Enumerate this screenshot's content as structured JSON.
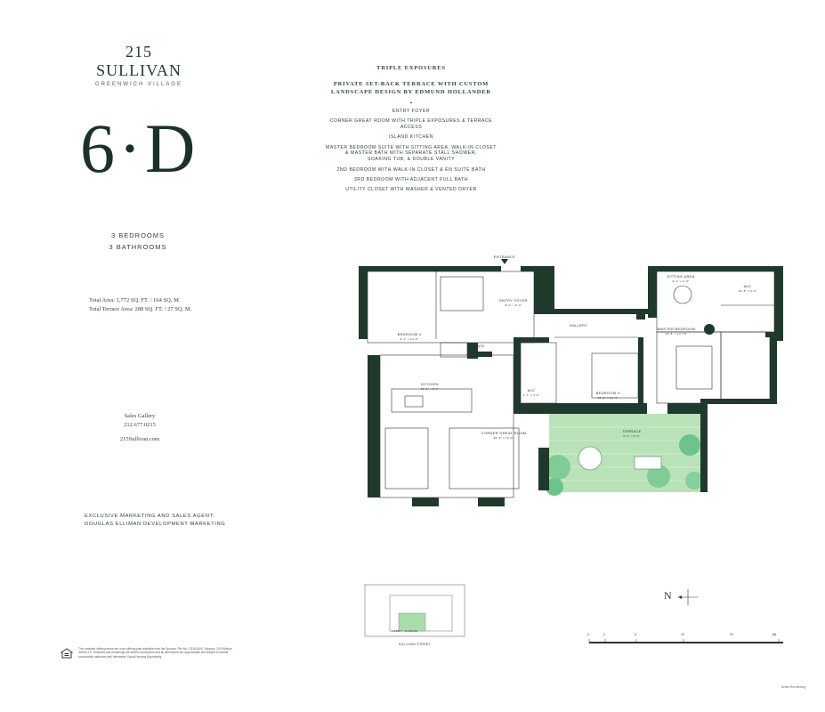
{
  "brand": {
    "name": "215 SULLIVAN",
    "location": "GREENWICH VILLAGE"
  },
  "unit": {
    "number": "6·D",
    "bedrooms": "3 BEDROOMS",
    "bathrooms": "3 BATHROOMS",
    "total_area": "Total Area: 1,772 SQ. FT. / 164 SQ. M.",
    "terrace_area": "Total Terrace Area: 288 SQ. FT. / 27 SQ. M."
  },
  "sales": {
    "label": "Sales Gallery",
    "phone": "212.677.0215",
    "website": "215Sullivan.com"
  },
  "agent": {
    "line1": "EXCLUSIVE MARKETING AND SALES AGENT:",
    "line2": "DOUGLAS ELLIMAN DEVELOPMENT MARKETING"
  },
  "features": {
    "heading1": "TRIPLE EXPOSURES",
    "heading2_line1": "PRIVATE SET-BACK TERRACE WITH CUSTOM",
    "heading2_line2": "LANDSCAPE DESIGN BY EDMUND HOLLANDER",
    "bullet": "•",
    "items": [
      {
        "l1": "ENTRY FOYER",
        "l2": "",
        "l3": ""
      },
      {
        "l1": "CORNER GREAT ROOM WITH TRIPLE EXPOSURES & TERRACE ACCESS",
        "l2": "",
        "l3": ""
      },
      {
        "l1": "ISLAND KITCHEN",
        "l2": "",
        "l3": ""
      },
      {
        "l1": "MASTER BEDROOM SUITE WITH SITTING AREA, WALK-IN CLOSET",
        "l2": "& MASTER BATH WITH SEPARATE STALL SHOWER,",
        "l3": "SOAKING TUB, & DOUBLE VANITY"
      },
      {
        "l1": "2ND BEDROOM WITH WALK-IN CLOSET & EN SUITE BATH",
        "l2": "",
        "l3": ""
      },
      {
        "l1": "3RD BEDROOM WITH ADJACENT FULL BATH",
        "l2": "",
        "l3": ""
      },
      {
        "l1": "UTILITY CLOSET WITH WASHER & VENTED DRYER",
        "l2": "",
        "l3": ""
      }
    ]
  },
  "plan_labels": {
    "entrance": "ENTRANCE",
    "entry_foyer": "ENTRY FOYER",
    "entry_foyer_dim": "8'-0\" x 8'-0\"",
    "gallery": "GALLERY",
    "bedroom2": "BEDROOM 2",
    "bedroom2_dim": "9'-1\" x 13'-8\"",
    "wd": "W/D",
    "kitchen": "KITCHEN",
    "kitchen_dim": "13'-1\" x 8'-1\"",
    "bedroom3": "BEDROOM 3",
    "bedroom3_dim": "12'-0\" x 10'-3\"",
    "wic_small": "W/C",
    "wic_small_dim": "4'-7\" x 4'-0\"",
    "master": "MASTER BEDROOM",
    "master_dim": "13'-8\" x 13'-10\"",
    "sitting": "SITTING AREA",
    "sitting_dim": "9'-1\" x 6'-8\"",
    "wic_master": "W/C",
    "wic_master_dim": "10'-8\" x 6'-5\"",
    "great_room": "CORNER GREAT ROOM",
    "great_room_dim": "26'-5\" x 16'-6\"",
    "terrace": "TERRACE",
    "terrace_dim": "8'-0\" x 8'-6\""
  },
  "keyplan": {
    "street": "SULLIVAN STREET",
    "label": "LOBBY / GARDEN"
  },
  "compass": {
    "north": "N"
  },
  "scale": {
    "ticks": [
      "0",
      "2",
      "5",
      "10",
      "20",
      "(ft)"
    ]
  },
  "legal": {
    "disclaimer": "The complete offering terms are in an offering plan available from the Sponsor. File No. CD16-0000. Sponsor: 215 Sullivan Street LLC. Sketches and renderings are artist's conceptions and all dimensions are approximate and subject to normal construction variances and tolerances. Equal Housing Opportunity.",
    "credit": "Artist Rendering"
  },
  "colors": {
    "wall": "#1f3a2c",
    "terrace": "#a7d9a7",
    "foliage": "#6cc48c",
    "text": "#2d4438"
  }
}
